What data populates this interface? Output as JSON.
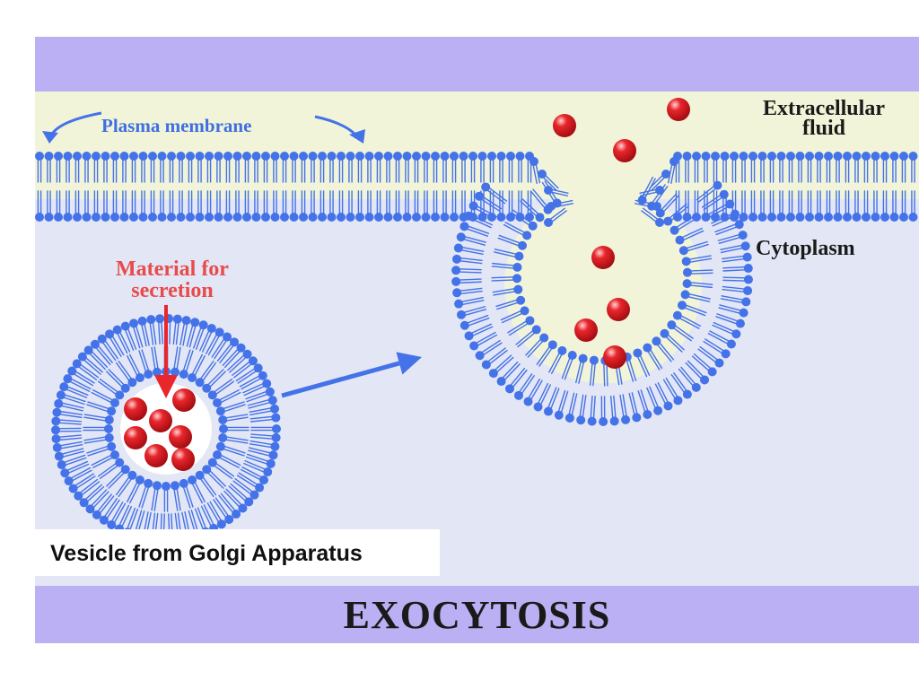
{
  "title": "EXOCYTOSIS",
  "caption": "Vesicle from Golgi Apparatus",
  "labels": {
    "plasma_membrane": "Plasma membrane",
    "extracellular_line1": "Extracellular",
    "extracellular_line2": "fluid",
    "cytoplasm": "Cytoplasm",
    "material_line1": "Material for",
    "material_line2": "secretion"
  },
  "colors": {
    "banner": "#bcb0f4",
    "extracellular": "#f2f4d9",
    "cytoplasm": "#e3e6f4",
    "lipid": "#4472e8",
    "secretion": "#e8262c",
    "material_label": "#e84b4b",
    "membrane_label": "#3f6fe0"
  },
  "icons": [
    "arrow-right-icon",
    "arrow-down-icon",
    "double-arrow-icon"
  ]
}
